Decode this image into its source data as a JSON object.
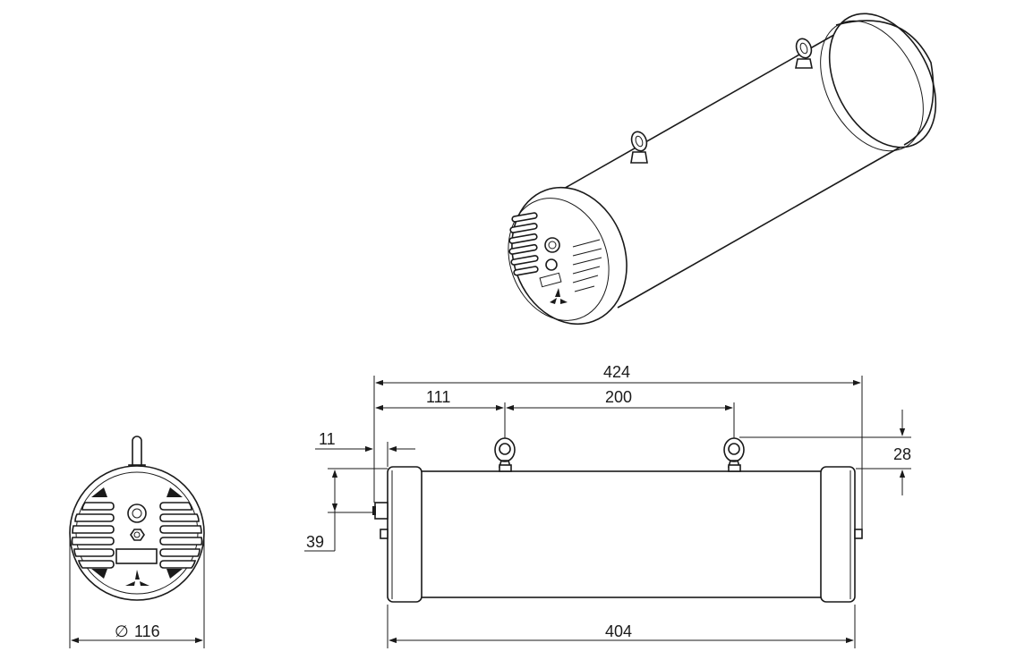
{
  "dimensions": {
    "overall_length": "424",
    "first_hook_offset": "111",
    "hook_spacing": "200",
    "cable_gland_protrusion": "11",
    "hook_height": "28",
    "gland_height": "39",
    "body_length": "404",
    "diameter_symbol": "∅",
    "diameter": "116"
  },
  "colors": {
    "line": "#1a1a1a",
    "background": "#ffffff"
  }
}
